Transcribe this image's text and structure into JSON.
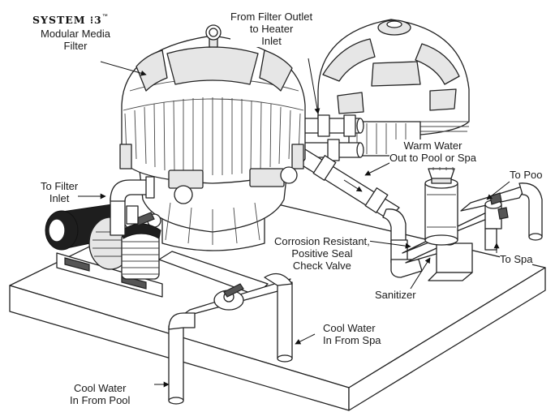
{
  "logo": {
    "text": "SYSTEM",
    "mark": "⁝3",
    "tm": "™"
  },
  "labels": {
    "filter_name": [
      "Modular Media",
      "Filter"
    ],
    "filter_outlet": [
      "From Filter Outlet",
      "to Heater",
      "Inlet"
    ],
    "warm_water": [
      "Warm Water",
      "Out to Pool or Spa"
    ],
    "to_pool": "To Poo",
    "to_filter_inlet": [
      "To Filter",
      "Inlet"
    ],
    "check_valve": [
      "Corrosion Resistant,",
      "Positive Seal",
      "Check Valve"
    ],
    "to_spa": "To Spa",
    "sanitizer": "Sanitizer",
    "cool_spa": [
      "Cool Water",
      "In From Spa"
    ],
    "cool_pool": [
      "Cool Water",
      "In From Pool"
    ]
  },
  "colors": {
    "ink": "#222222",
    "paper": "#ffffff",
    "shade": "#e6e6e6"
  }
}
